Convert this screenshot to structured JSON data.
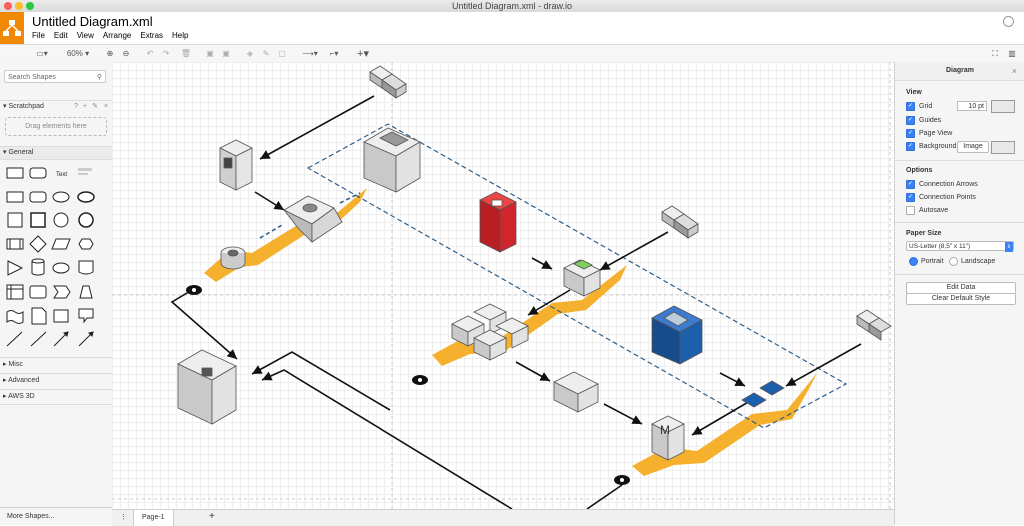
{
  "window": {
    "title": "Untitled Diagram.xml - draw.io",
    "traffic_colors": [
      "#fc5f57",
      "#fdbc2e",
      "#28c840"
    ]
  },
  "app": {
    "doc_title": "Untitled Diagram.xml",
    "brand_color": "#f08705",
    "menu": [
      "File",
      "Edit",
      "View",
      "Arrange",
      "Extras",
      "Help"
    ]
  },
  "toolbar": {
    "zoom": "60%"
  },
  "sidebar": {
    "search_placeholder": "Search Shapes",
    "scratchpad": "Scratchpad",
    "drag_hint": "Drag elements here",
    "general": "General",
    "text_shape": "Text",
    "misc": "Misc",
    "advanced": "Advanced",
    "aws3d": "AWS 3D",
    "more_shapes": "More Shapes..."
  },
  "pages": {
    "current": "Page-1"
  },
  "format_panel": {
    "title": "Diagram",
    "view_heading": "View",
    "grid": "Grid",
    "grid_size": "10 pt",
    "guides": "Guides",
    "page_view": "Page View",
    "background": "Background",
    "image_button": "Image",
    "options_heading": "Options",
    "connection_arrows": "Connection Arrows",
    "connection_points": "Connection Points",
    "autosave": "Autosave",
    "paper_size_heading": "Paper Size",
    "paper_size_value": "US-Letter (8,5\" x 11\")",
    "portrait": "Portrait",
    "landscape": "Landscape",
    "edit_data": "Edit Data",
    "clear_default_style": "Clear Default Style"
  },
  "colors": {
    "orange_band": "#f5b02e",
    "red_shape": "#d0262b",
    "blue_shape": "#1b5fad",
    "green_top": "#7dd05c",
    "check_blue": "#3b82f6"
  }
}
